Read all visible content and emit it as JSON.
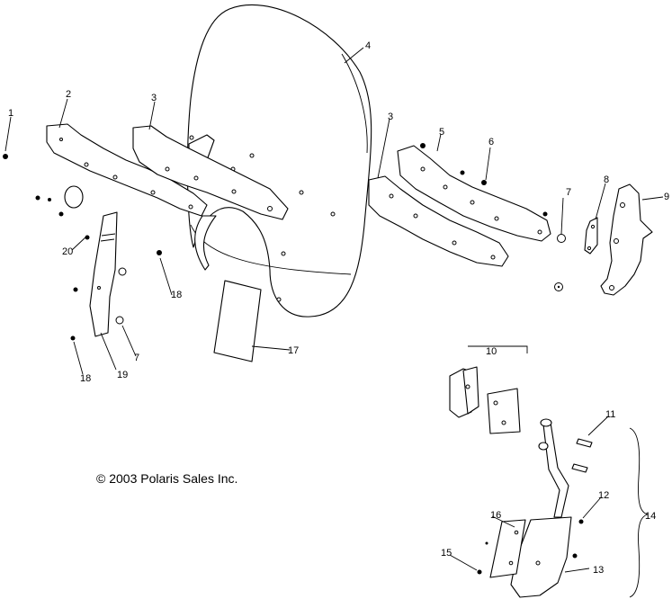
{
  "copyright": "© 2003 Polaris Sales Inc.",
  "callouts": {
    "c1": "1",
    "c2": "2",
    "c3a": "3",
    "c3b": "3",
    "c4": "4",
    "c5": "5",
    "c6": "6",
    "c7a": "7",
    "c7b": "7",
    "c8": "8",
    "c9": "9",
    "c10": "10",
    "c11": "11",
    "c12": "12",
    "c13": "13",
    "c14": "14",
    "c15": "15",
    "c16": "16",
    "c17": "17",
    "c18a": "18",
    "c18b": "18",
    "c19": "19",
    "c20": "20"
  }
}
